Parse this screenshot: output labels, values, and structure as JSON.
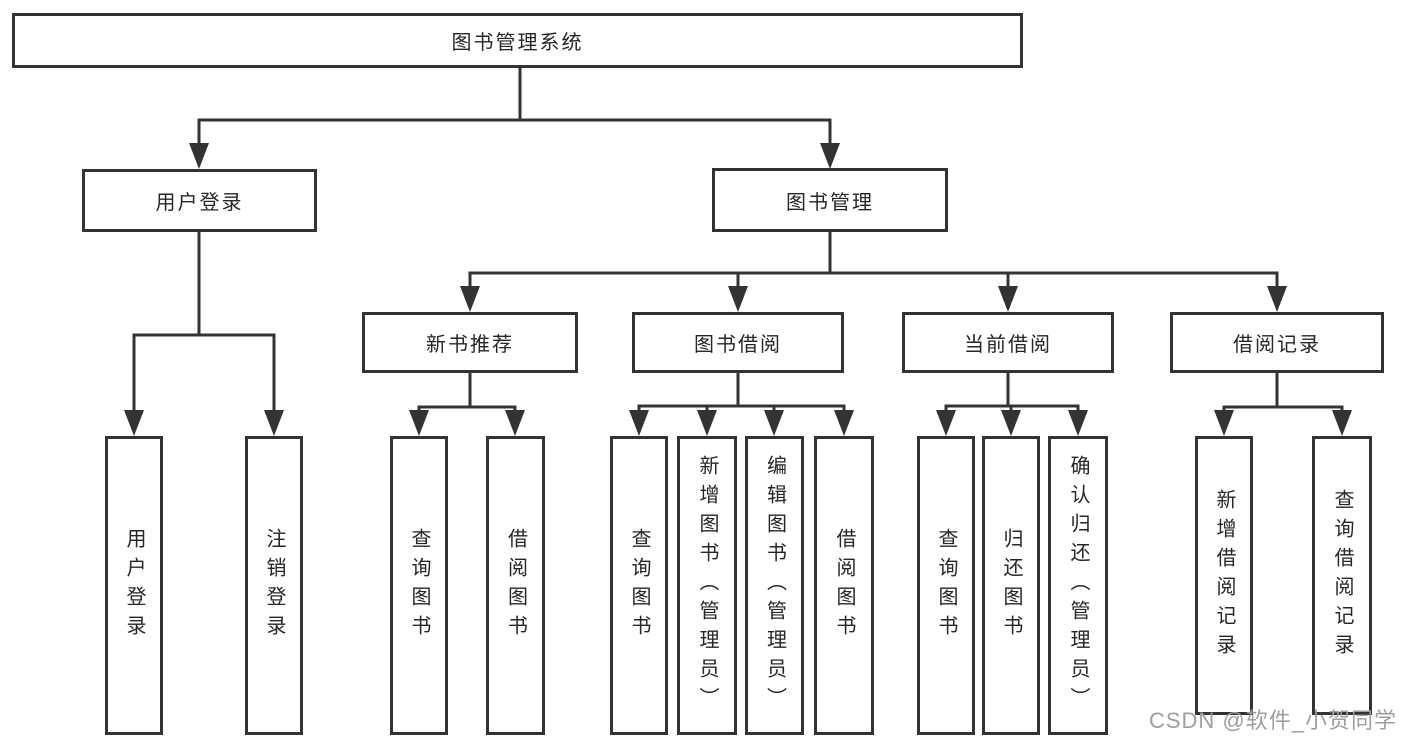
{
  "nodes": {
    "root": "图书管理系统",
    "user_login": "用户登录",
    "book_management": "图书管理",
    "new_book_recommend": "新书推荐",
    "book_borrow": "图书借阅",
    "current_borrow": "当前借阅",
    "borrow_records": "借阅记录"
  },
  "leaves": {
    "user_login": [
      "用户登录",
      "注销登录"
    ],
    "new_book_recommend": [
      "查询图书",
      "借阅图书"
    ],
    "book_borrow": [
      "查询图书",
      "新增图书（管理员）",
      "编辑图书（管理员）",
      "借阅图书"
    ],
    "current_borrow": [
      "查询图书",
      "归还图书",
      "确认归还（管理员）"
    ],
    "borrow_records": [
      "新增借阅记录",
      "查询借阅记录"
    ]
  },
  "watermark": "CSDN @软件_小贺同学",
  "colors": {
    "line": "#333333",
    "box_border": "#333333",
    "text": "#262626",
    "watermark": "#9e9e9e",
    "background": "#ffffff"
  }
}
